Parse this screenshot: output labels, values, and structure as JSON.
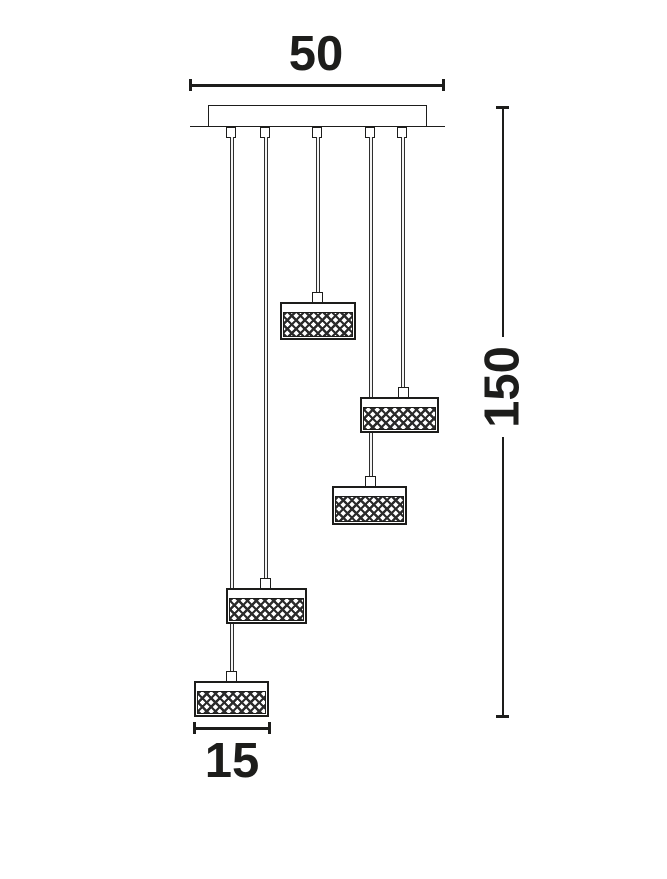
{
  "diagram": {
    "type": "product-dimension-drawing",
    "subject": "5-light pendant chandelier with lattice drum shades",
    "pendant_count": 5,
    "dimensions": {
      "canopy_width": "50",
      "drop_height": "150",
      "shade_diameter": "15"
    },
    "colors": {
      "line": "#1d1d1b",
      "background": "#ffffff",
      "lattice": "#2b2b2b"
    }
  }
}
